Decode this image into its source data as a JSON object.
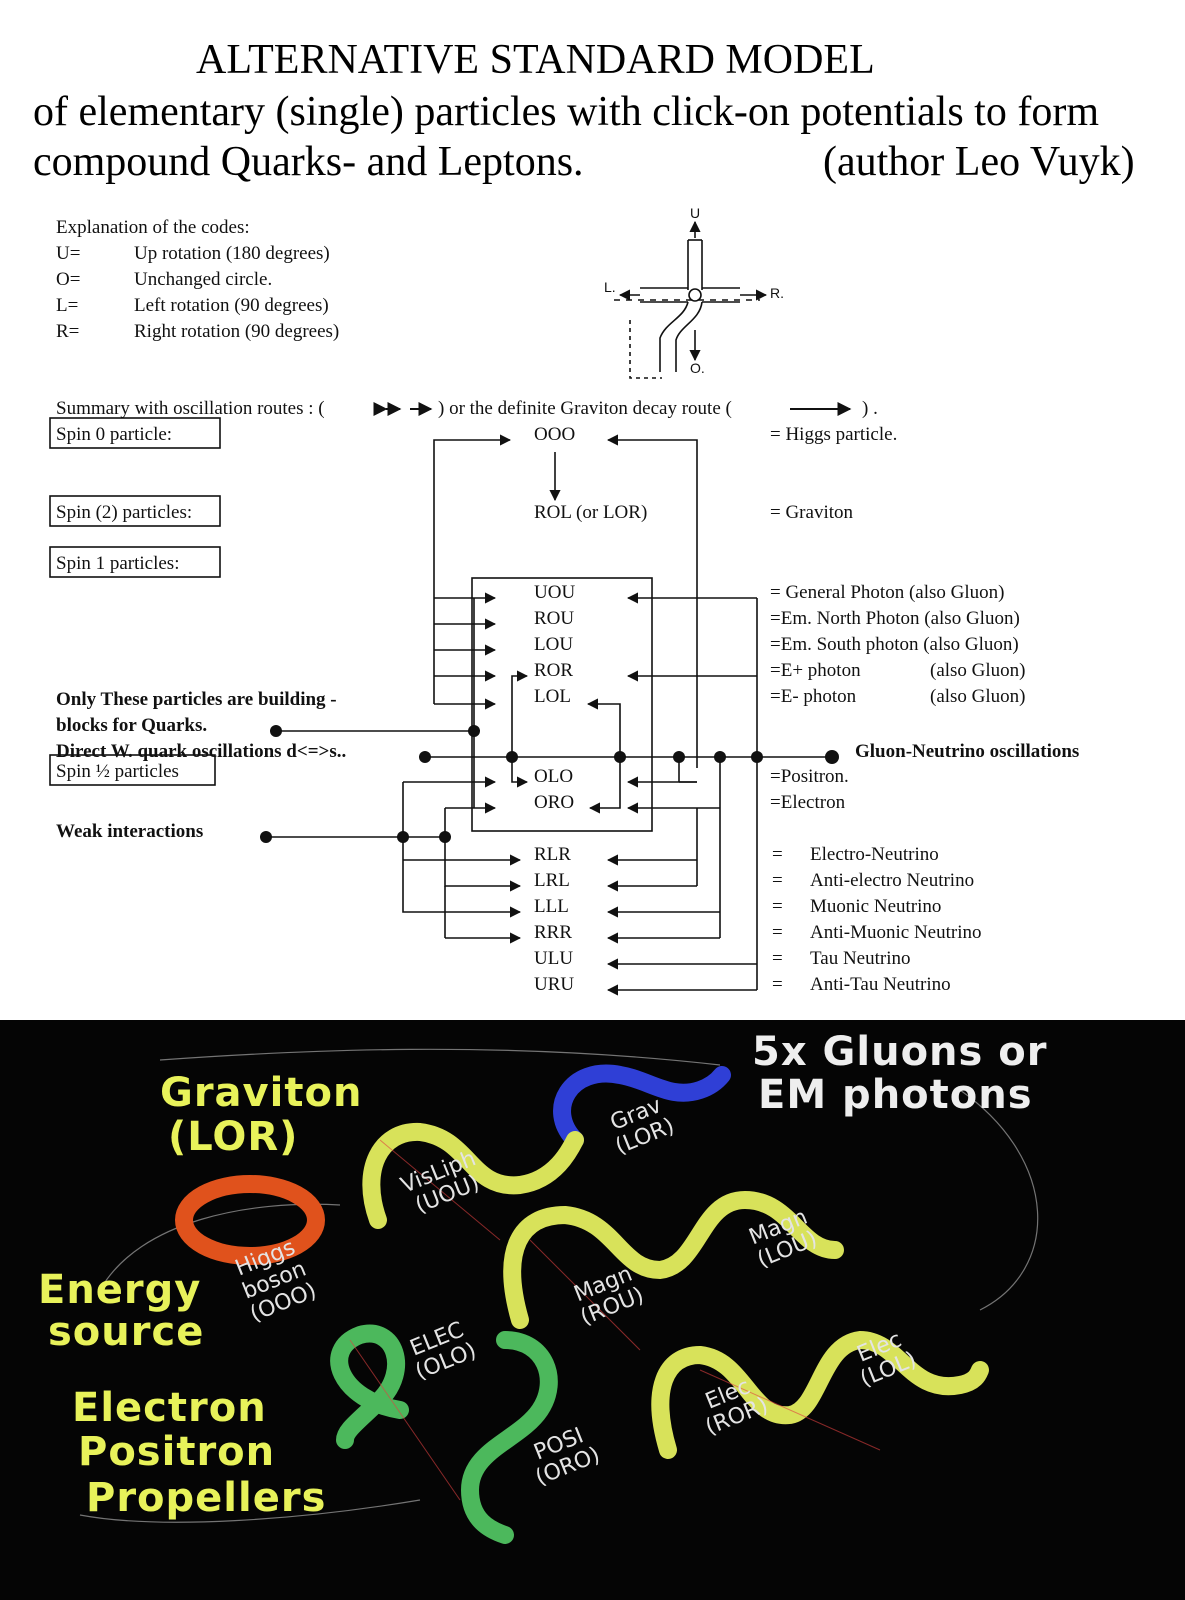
{
  "title": {
    "line1": "ALTERNATIVE STANDARD MODEL",
    "line2": "of elementary (single) particles with click-on potentials to form",
    "line3a": "compound Quarks- and Leptons.",
    "line3b": "(author Leo Vuyk)"
  },
  "explanation": {
    "heading": "Explanation of the codes:",
    "codes": [
      {
        "code": "U=",
        "meaning": "Up  rotation (180 degrees)"
      },
      {
        "code": "O=",
        "meaning": "Unchanged circle."
      },
      {
        "code": "L=",
        "meaning": "Left rotation (90 degrees)"
      },
      {
        "code": "R=",
        "meaning": "Right rotation (90 degrees)"
      }
    ]
  },
  "rotation_axes": {
    "up": "U",
    "left": "L.",
    "right": "R.",
    "down": "O."
  },
  "summary": {
    "prefix": "Summary with oscillation routes : (",
    "middle": ") or the definite Graviton decay route (",
    "suffix": ") ."
  },
  "spin_groups": [
    {
      "label": "Spin 0 particle:"
    },
    {
      "label": "Spin (2) particles:"
    },
    {
      "label": "Spin 1 particles:"
    },
    {
      "label": "Spin ½ particles"
    }
  ],
  "side_notes": {
    "building_blocks_1": "Only These particles are building -",
    "building_blocks_2": "blocks for Quarks.",
    "direct_w": "Direct W. quark oscillations d<=>s..",
    "weak": "Weak interactions",
    "gluon_neutrino": "Gluon-Neutrino oscillations"
  },
  "particles": [
    {
      "code": "OOO",
      "name": "= Higgs particle."
    },
    {
      "code": "ROL (or LOR)",
      "name": "= Graviton"
    },
    {
      "code": "UOU",
      "name": "= General Photon (also Gluon)"
    },
    {
      "code": "ROU",
      "name": "=Em. North Photon (also Gluon)"
    },
    {
      "code": "LOU",
      "name": "=Em. South photon (also Gluon)"
    },
    {
      "code": "ROR",
      "name": "=E+ photon",
      "note": "(also Gluon)"
    },
    {
      "code": "LOL",
      "name": "=E- photon",
      "note": "(also Gluon)"
    },
    {
      "code": "OLO",
      "name": "=Positron."
    },
    {
      "code": "ORO",
      "name": "=Electron"
    },
    {
      "code": "RLR",
      "eq": "=",
      "name": "Electro-Neutrino"
    },
    {
      "code": "LRL",
      "eq": "=",
      "name": "Anti-electro Neutrino"
    },
    {
      "code": "LLL",
      "eq": "=",
      "name": "Muonic Neutrino"
    },
    {
      "code": "RRR",
      "eq": "=",
      "name": "Anti-Muonic Neutrino"
    },
    {
      "code": "ULU",
      "eq": "=",
      "name": "Tau Neutrino"
    },
    {
      "code": "URU",
      "eq": "=",
      "name": "Anti-Tau Neutrino"
    }
  ],
  "photo": {
    "big_labels": {
      "graviton_1": "Graviton",
      "graviton_2": "(LOR)",
      "gluons_1": "5x Gluons or",
      "gluons_2": "EM photons",
      "energy_1": "Energy",
      "energy_2": "source",
      "electron_1": "Electron",
      "electron_2": "Positron",
      "electron_3": "Propellers"
    },
    "small_labels": [
      {
        "line1": "Grav",
        "line2": "(LOR)"
      },
      {
        "line1": "VisLiph",
        "line2": "(UOU)"
      },
      {
        "line1": "Higgs",
        "line2": "boson",
        "line3": "(OOO)"
      },
      {
        "line1": "Magn",
        "line2": "(LOU)"
      },
      {
        "line1": "Magn",
        "line2": "(ROU)"
      },
      {
        "line1": "ELEC",
        "line2": "(OLO)"
      },
      {
        "line1": "Elec",
        "line2": "(LOL)"
      },
      {
        "line1": "Elec",
        "line2": "(ROR)"
      },
      {
        "line1": "POSI",
        "line2": "(ORO)"
      }
    ],
    "colors": {
      "yellow_tube": "#d8e25a",
      "blue_tube": "#2f3fd6",
      "orange_ring": "#e0521c",
      "green_tube": "#4cb85c",
      "background": "#050505"
    }
  }
}
